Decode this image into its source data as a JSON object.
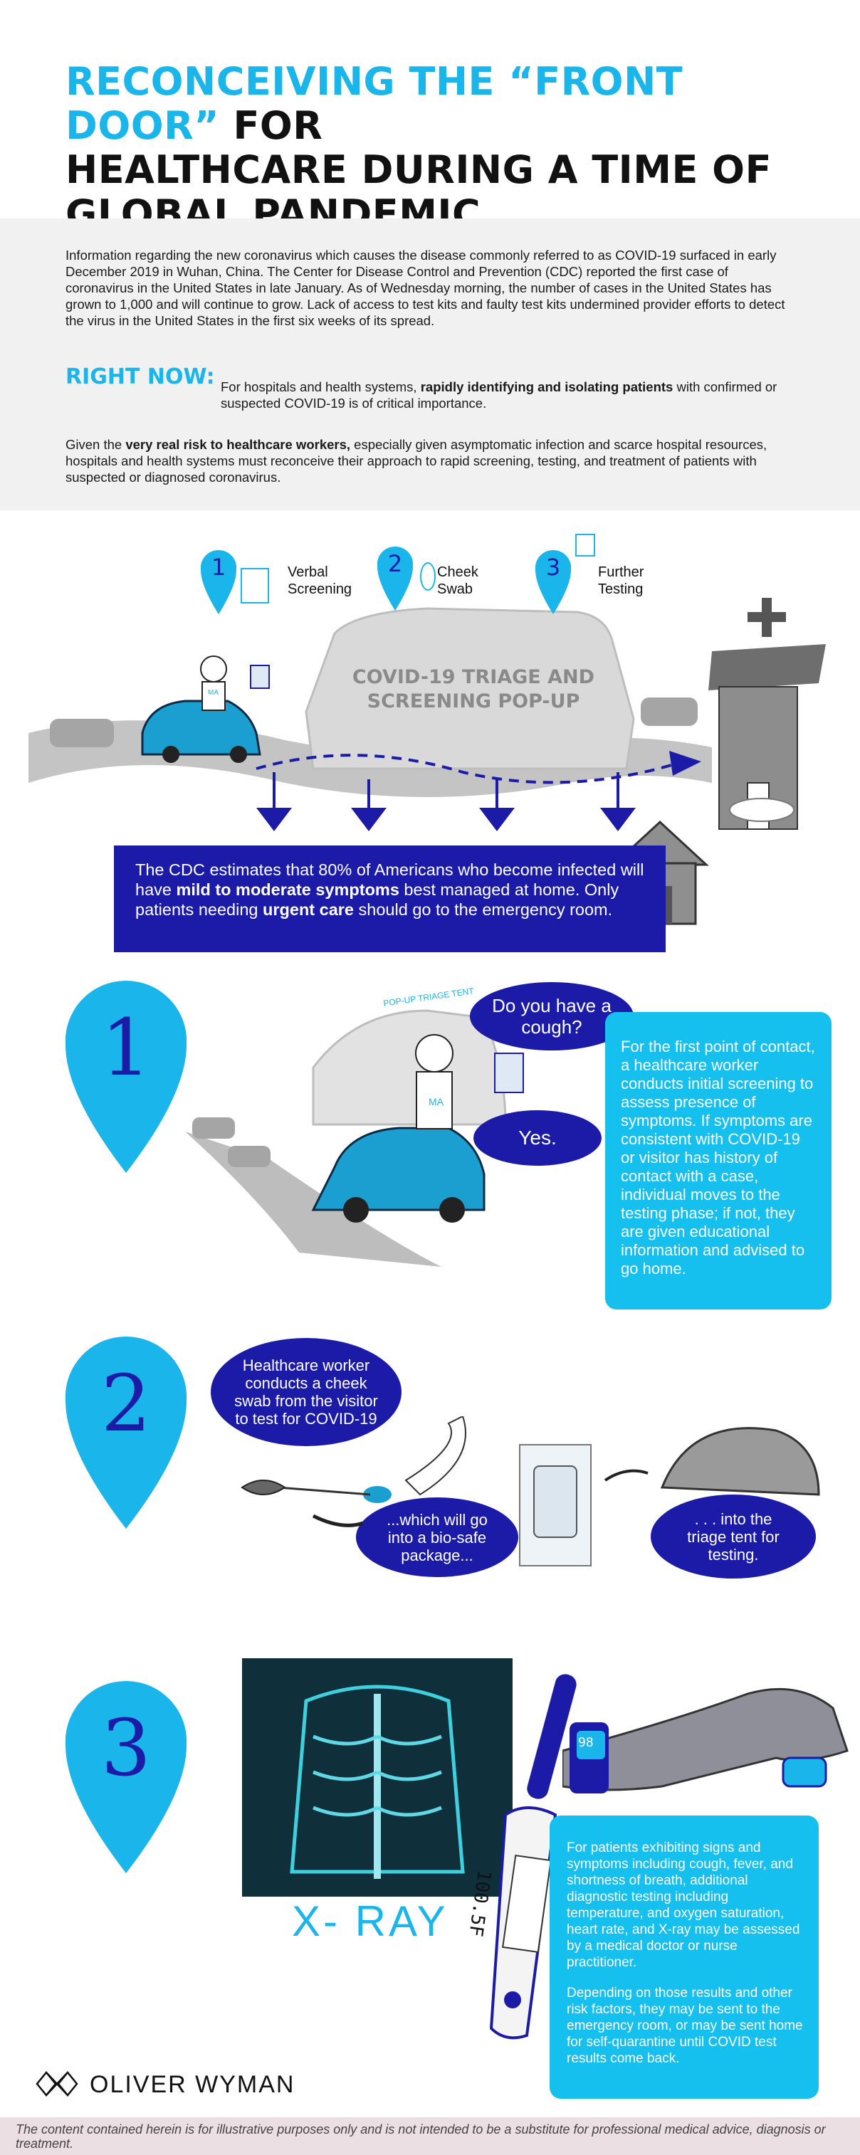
{
  "title": {
    "highlight": "RECONCEIVING THE “FRONT DOOR”",
    "line1_rest": " FOR",
    "line2": "HEALTHCARE DURING A TIME OF",
    "line3": "GLOBAL PANDEMIC."
  },
  "intro": {
    "paragraph1": "Information regarding the new coronavirus which causes the disease commonly referred to as COVID-19 surfaced in early December 2019 in Wuhan, China.  The Center for Disease Control and Prevention (CDC) reported the first case of coronavirus in the United States in late January. As of Wednesday morning, the number of cases in the United States has grown to 1,000 and will continue to grow. Lack of access to test kits and faulty test kits undermined provider efforts to detect the virus in the United States in the first six weeks of its spread.",
    "right_now_label": "RIGHT NOW:",
    "right_now_pre": "For hospitals and health systems, ",
    "right_now_bold": "rapidly identifying and isolating patients",
    "right_now_post": " with confirmed or suspected COVID-19 is of critical importance.",
    "paragraph2_pre": "Given the ",
    "paragraph2_bold": "very real risk to healthcare workers,",
    "paragraph2_post": " especially given asymptomatic infection and scarce hospital resources, hospitals and health systems must reconceive their approach to rapid screening, testing, and treatment of patients with suspected or diagnosed coronavirus."
  },
  "overview": {
    "steps": [
      {
        "num": "1",
        "label_line1": "Verbal",
        "label_line2": "Screening"
      },
      {
        "num": "2",
        "label_line1": "Cheek",
        "label_line2": "Swab"
      },
      {
        "num": "3",
        "label_line1": "Further",
        "label_line2": "Testing"
      }
    ],
    "tent_line1": "COVID-19 TRIAGE AND",
    "tent_line2": "SCREENING POP-UP",
    "worker_badge": "MA",
    "cdc_pre": "The CDC estimates that 80% of Americans who become infected will have ",
    "cdc_bold1": "mild to moderate symptoms",
    "cdc_mid": " best managed at home. Only patients needing ",
    "cdc_bold2": "urgent care",
    "cdc_post": " should go to the emergency room."
  },
  "step1": {
    "num": "1",
    "tent_sign": "POP-UP TRIAGE TENT",
    "worker_badge": "MA",
    "question": "Do you have a cough?",
    "answer": "Yes.",
    "description": "For the first point of contact, a healthcare worker conducts initial screening to assess presence of symptoms. If symptoms are consistent with COVID-19 or visitor has history of contact with a case, individual moves to the testing phase; if not, they are given educational information and advised to go home."
  },
  "step2": {
    "num": "2",
    "bubble1": "Healthcare worker conducts a cheek swab from the visitor to test for COVID-19",
    "bubble2": "...which will go into a bio-safe package...",
    "bubble3": ". . . into the triage tent for testing."
  },
  "step3": {
    "num": "3",
    "xray_label": "X- RAY",
    "thermometer": "100.5F",
    "watch": "98",
    "desc1": "For patients exhibiting signs and symptoms including cough, fever, and shortness of breath, additional diagnostic testing including temperature, and oxygen saturation, heart rate, and X-ray may be assessed by a medical doctor or nurse practitioner.",
    "desc2": "Depending on those results and other risk factors, they may be sent to the emergency room, or may be sent home for self-quarantine until COVID test results come back."
  },
  "brand": {
    "name": "OLIVER WYMAN"
  },
  "footer": {
    "disclaimer": "The content contained herein is for illustrative purposes only and is not intended to be a substitute for professional medical advice, diagnosis or treatment."
  },
  "colors": {
    "accent": "#1ab5ea",
    "navy": "#1b1ba8",
    "cyan_box": "#15c0ee",
    "gray_illustration": "#b9b9b9"
  }
}
